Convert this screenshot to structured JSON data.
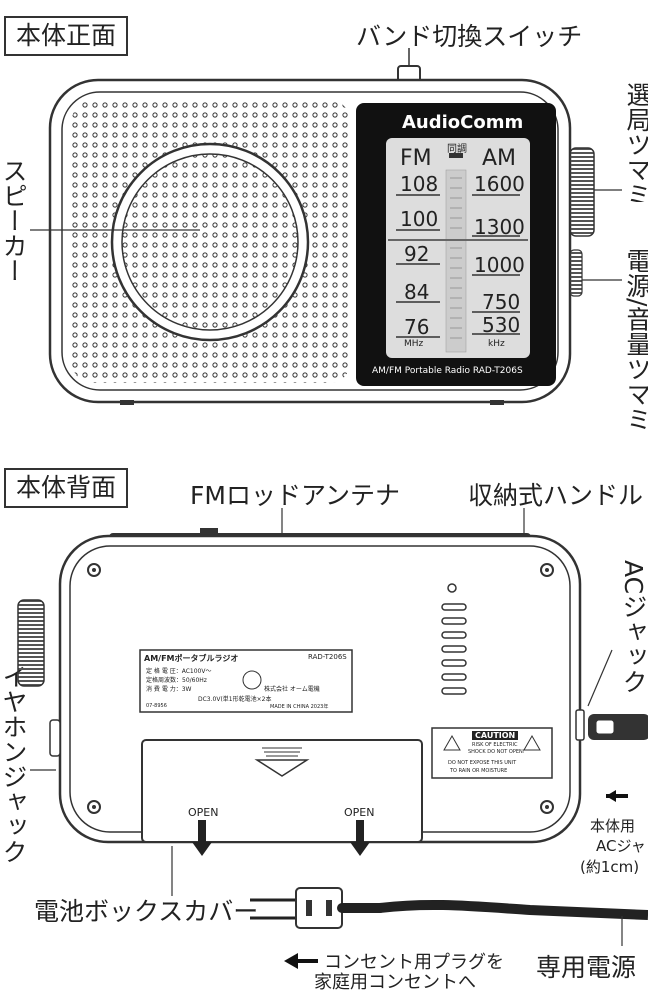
{
  "front": {
    "section_title": "本体正面",
    "labels": {
      "band_switch": "バンド切換スイッチ",
      "speaker": "スピーカー",
      "tuning_knob_partial": "選局ツマミ",
      "power_volume_partial": "電源/音量ツマミ"
    },
    "radio": {
      "brand": "AudioComm",
      "band_fm": "FM",
      "band_am": "AM",
      "sync_label": "同調",
      "fm_scale": [
        "108",
        "100",
        "92",
        "84",
        "76"
      ],
      "am_scale": [
        "1600",
        "1300",
        "1000",
        "750",
        "530"
      ],
      "fm_unit": "MHz",
      "am_unit": "kHz",
      "model_line": "AM/FM Portable Radio RAD-T206S"
    }
  },
  "back": {
    "section_title": "本体背面",
    "labels": {
      "antenna": "FMロッドアンテナ",
      "handle": "収納式ハンドル",
      "ac_jack_partial": "ACジャック",
      "earphone_jack": "イヤホンジャック",
      "battery_cover": "電池ボックスカバー",
      "power_cord_partial": "専用電源",
      "plug_instruction_line1": "コンセント用プラグを",
      "plug_instruction_line2": "家庭用コンセントへ",
      "body_plug_line1": "本体用",
      "body_plug_line2": "ACジャ",
      "body_plug_line3": "(約1cm)"
    },
    "open_left": "OPEN",
    "open_right": "OPEN",
    "spec_label": {
      "title": "AM/FMポータブルラジオ",
      "model": "RAD-T206S",
      "line1": "定 格 電 圧：AC100V～",
      "line2": "定格周波数：50/60Hz",
      "line3": "消 費 電 力：3W",
      "maker": "株式会社 オーム電機",
      "battery": "DC3.0V(単1形乾電池×2本",
      "code": "07-8956",
      "origin": "MADE IN CHINA 2023年"
    },
    "caution": {
      "title": "CAUTION",
      "line1": "RISK OF ELECTRIC",
      "line2": "SHOCK DO NOT OPEN!",
      "line3": "DO NOT EXPOSE THIS UNIT",
      "line4": "TO RAIN OR MOISTURE"
    }
  }
}
